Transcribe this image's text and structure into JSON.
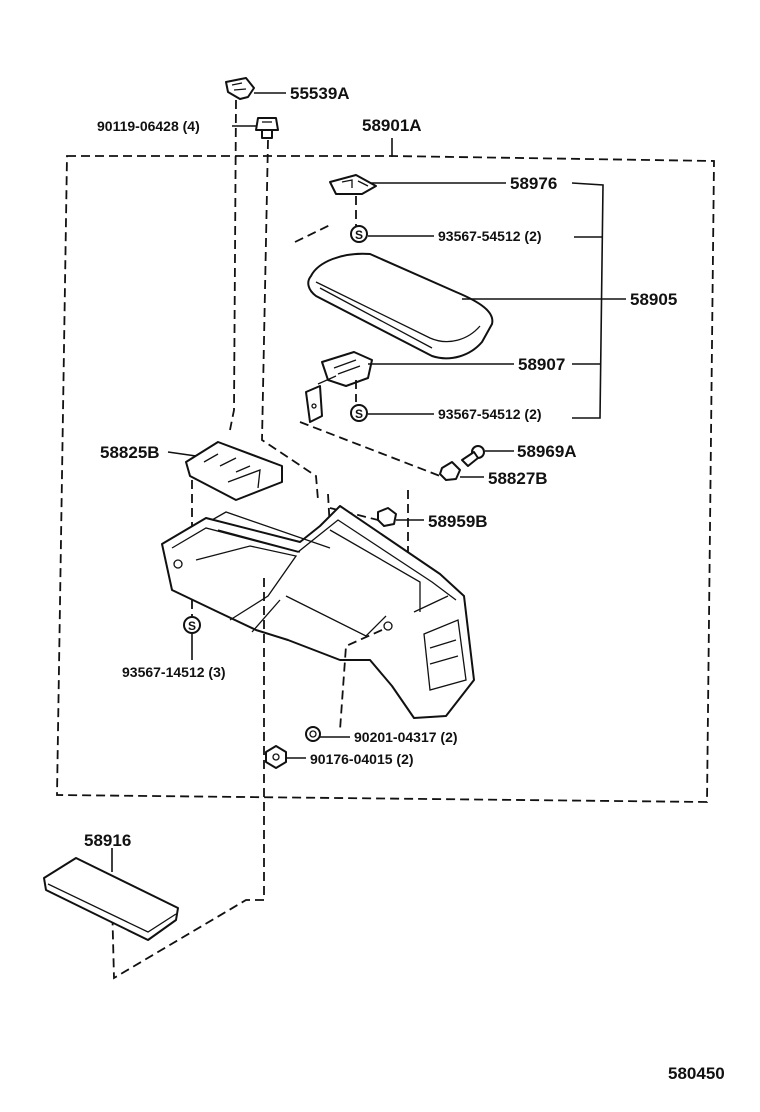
{
  "labels": {
    "p55539a": "55539A",
    "p90119": "90119-06428 (4)",
    "p58901a": "58901A",
    "p58976": "58976",
    "p93567a": "93567-54512 (2)",
    "p58905": "58905",
    "p58907": "58907",
    "p93567b": "93567-54512 (2)",
    "p58969a": "58969A",
    "p58827b": "58827B",
    "p58825b": "58825B",
    "p58959b": "58959B",
    "p93567c": "93567-14512 (3)",
    "p90201": "90201-04317 (2)",
    "p90176": "90176-04015 (2)",
    "p58916": "58916",
    "figure_no": "580450"
  },
  "icons": {
    "screw_symbol": "S"
  }
}
